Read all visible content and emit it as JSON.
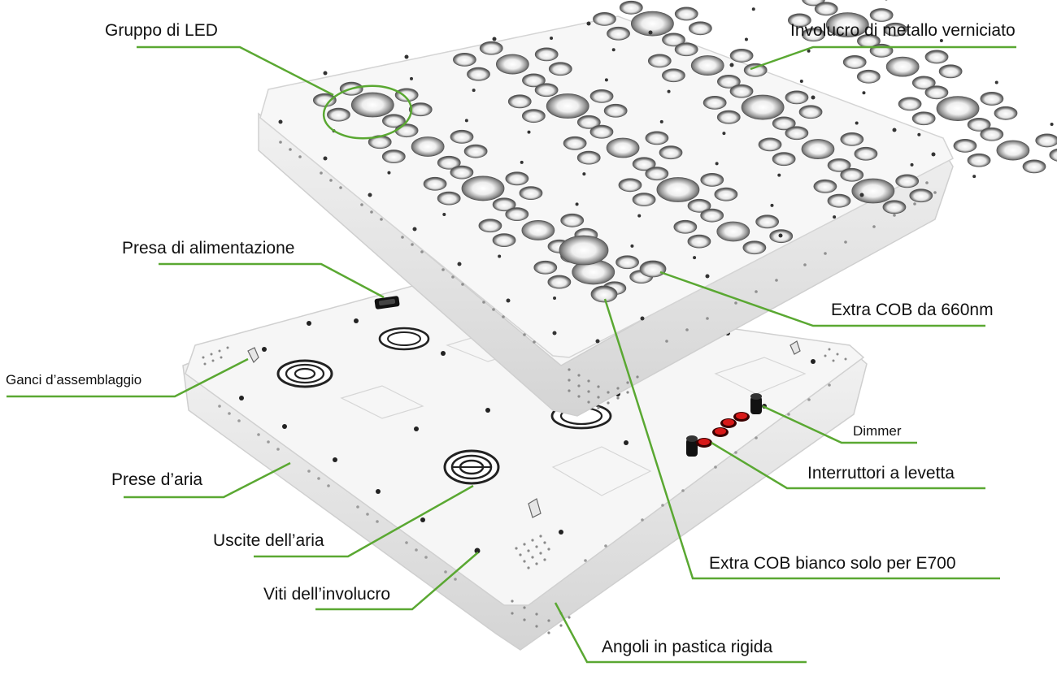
{
  "labels": {
    "gruppo_led": "Gruppo di LED",
    "involucro_metallo": "Involucro di metallo verniciato",
    "presa_alimentazione": "Presa di alimentazione",
    "extra_cob_660": "Extra COB da 660nm",
    "ganci": "Ganci d’assemblaggio",
    "dimmer": "Dimmer",
    "interruttori": "Interruttori a levetta",
    "prese_aria": "Prese d’aria",
    "uscite_aria": "Uscite dell’aria",
    "extra_cob_bianco": "Extra COB bianco solo per E700",
    "viti": "Viti dell’involucro",
    "angoli": "Angoli in pastica rigida"
  },
  "colors": {
    "leader_line": "#5aa832",
    "panel_face": "#f4f4f4",
    "panel_edge": "#d8d8d8",
    "led_lens": "#8a8a8a",
    "switch_red": "#d81818"
  }
}
